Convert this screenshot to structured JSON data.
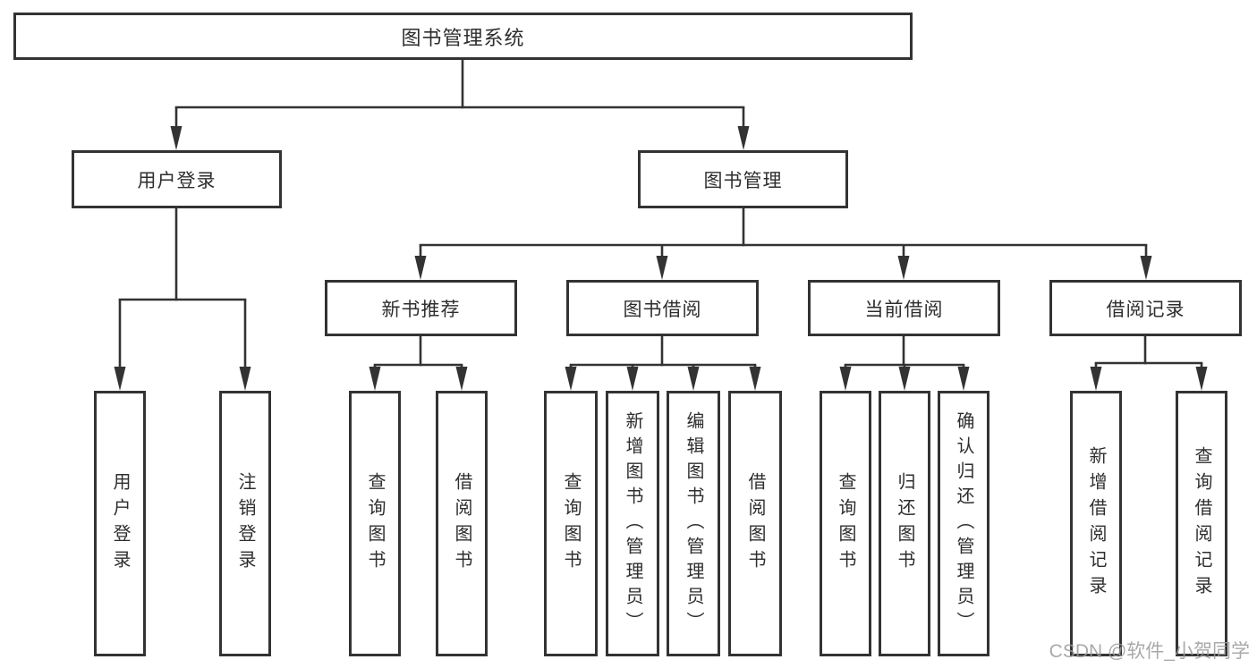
{
  "diagram": {
    "type": "hierarchy-tree",
    "title": "图书管理系统",
    "hierarchy": {
      "图书管理系统": {
        "用户登录": [
          "用户登录",
          "注销登录"
        ],
        "图书管理": {
          "新书推荐": [
            "查询图书",
            "借阅图书"
          ],
          "图书借阅": [
            "查询图书",
            "新增图书（管理员）",
            "编辑图书（管理员）",
            "借阅图书"
          ],
          "当前借阅": [
            "查询图书",
            "归还图书",
            "确认归还（管理员）"
          ],
          "借阅记录": [
            "新增借阅记录",
            "查询借阅记录"
          ]
        }
      }
    }
  },
  "nodes": {
    "root": "图书管理系统",
    "login": "用户登录",
    "mgmt": "图书管理",
    "rec": "新书推荐",
    "borrow": "图书借阅",
    "current": "当前借阅",
    "records": "借阅记录",
    "login_user": "用户登录",
    "login_logout": "注销登录",
    "rec_query": "查询图书",
    "rec_borrow": "借阅图书",
    "borrow_query": "查询图书",
    "borrow_add": "新增图书（管理员）",
    "borrow_edit": "编辑图书（管理员）",
    "borrow_take": "借阅图书",
    "current_query": "查询图书",
    "current_return": "归还图书",
    "current_confirm": "确认归还（管理员）",
    "records_add": "新增借阅记录",
    "records_query": "查询借阅记录"
  },
  "watermark": "CSDN @软件_小贺同学",
  "colors": {
    "line": "#333333",
    "text": "#2e2e2e",
    "box_fill": "#ffffff",
    "watermark": "#9b9b9b",
    "background": "#ffffff"
  }
}
